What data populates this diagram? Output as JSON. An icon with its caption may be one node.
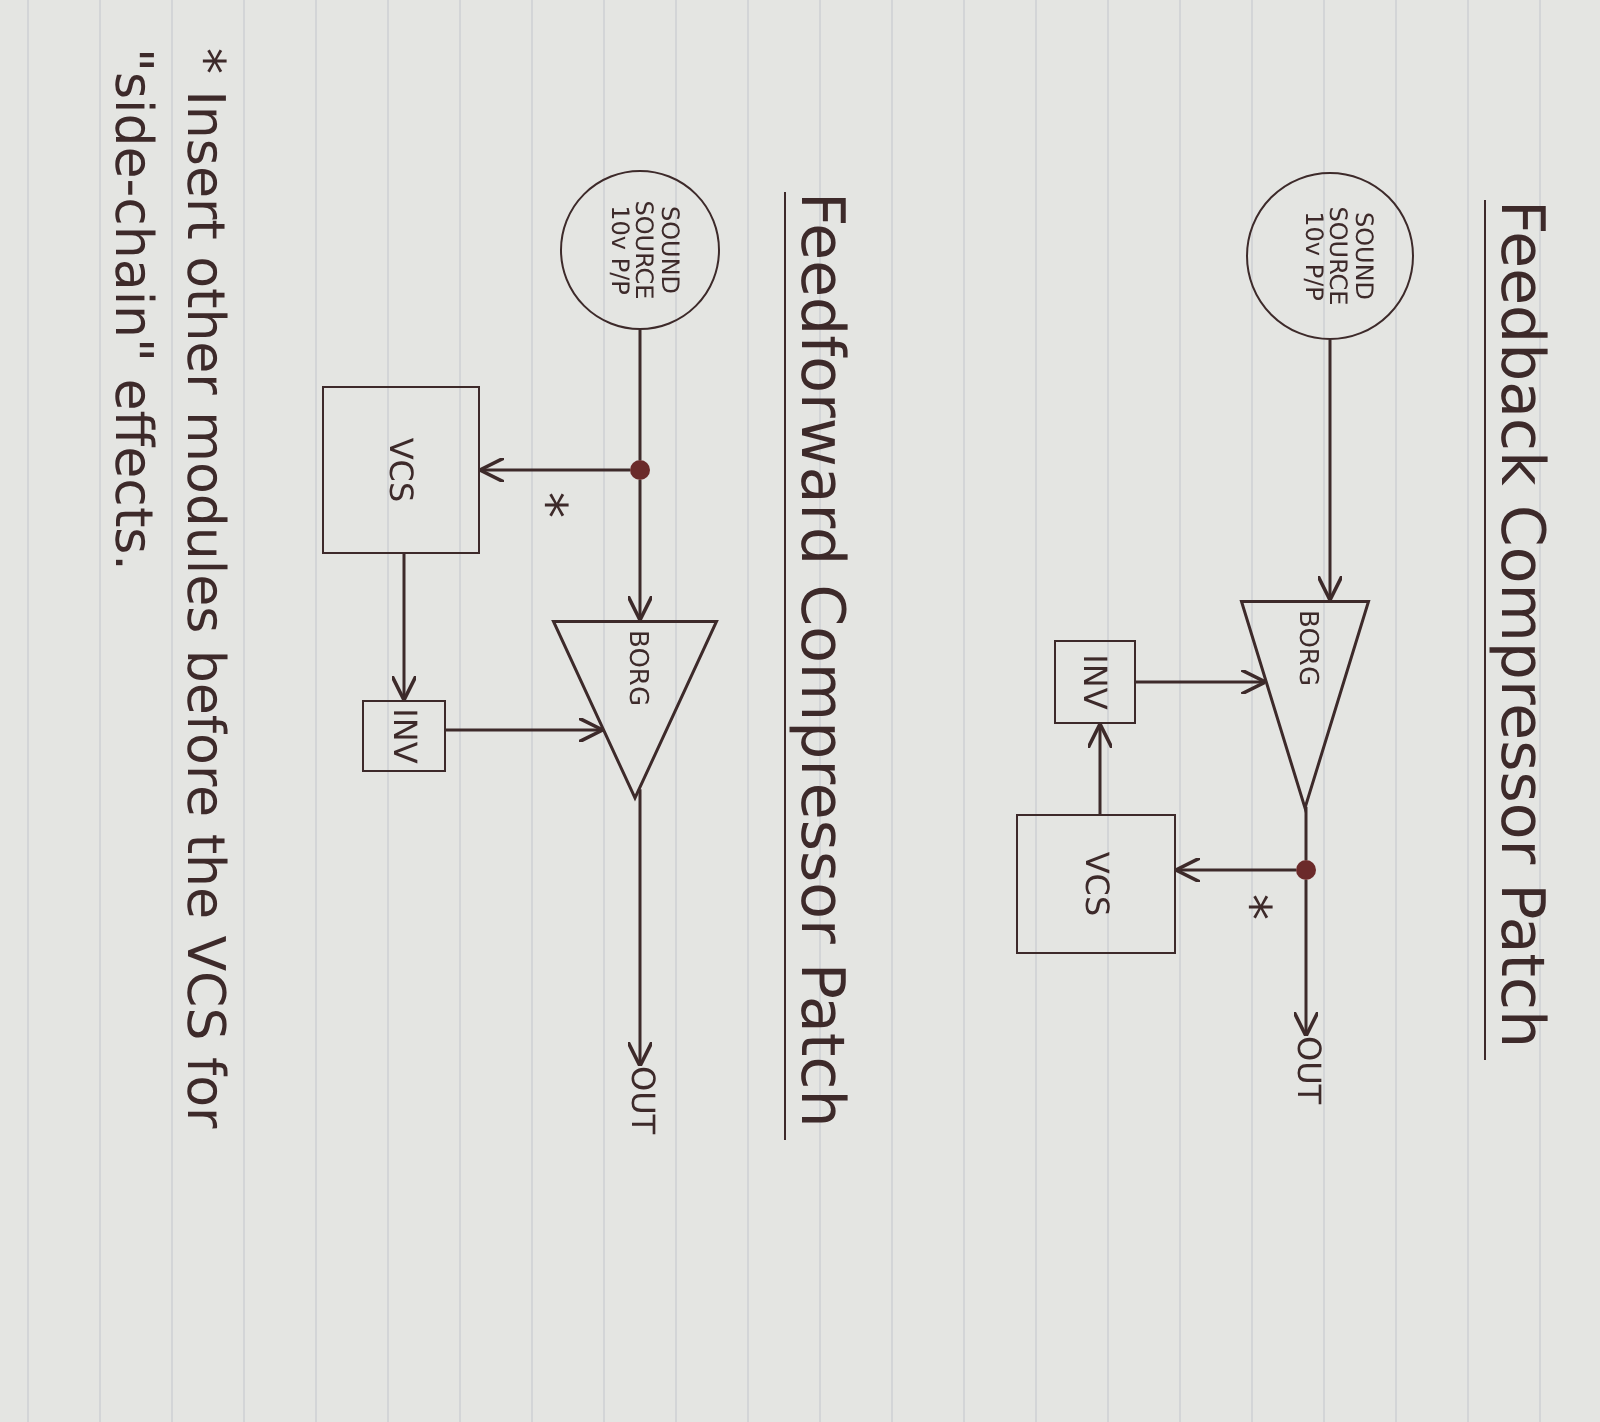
{
  "diagram": {
    "nodes": [
      {
        "text": [
          "SOUND SOURCE 10v P/P"
        ]
      },
      {
        "text": [
          "BORG"
        ]
      },
      {
        "text": [],
        "shape": "circle"
      },
      {
        "text": [
          "OUT"
        ]
      },
      {
        "text": [
          "VCS"
        ]
      },
      {
        "text": [
          "INV"
        ]
      },
      {
        "text": [
          "SOUND SOURCE 10v P/P"
        ]
      },
      {
        "text": [],
        "shape": "circle"
      },
      {
        "text": [
          "BORG"
        ]
      },
      {
        "text": [
          "VCS"
        ]
      },
      {
        "text": [
          "INV"
        ]
      },
      {
        "text": [
          "OUT"
        ]
      }
    ],
    "edges": [
      {
        "from": 0,
        "to": 1,
        "arrow": "to"
      },
      {
        "from": 1,
        "to": 2,
        "arrow": "none"
      },
      {
        "from": 2,
        "to": 3,
        "arrow": "to"
      },
      {
        "from": 2,
        "to": 4,
        "arrow": "to"
      },
      {
        "from": 4,
        "to": 5,
        "arrow": "to"
      },
      {
        "from": 5,
        "to": 1,
        "arrow": "to"
      },
      {
        "from": 6,
        "to": 7,
        "arrow": "none"
      },
      {
        "from": 7,
        "to": 8,
        "arrow": "to"
      },
      {
        "from": 7,
        "to": 9,
        "arrow": "to"
      },
      {
        "from": 9,
        "to": 10,
        "arrow": "to"
      },
      {
        "from": 10,
        "to": 8,
        "arrow": "to"
      },
      {
        "from": 8,
        "to": 11,
        "arrow": "to"
      }
    ],
    "labels": [
      "Feedback Compressor Patch",
      "*",
      "Feedforward Compressor Patch",
      "*",
      "* Insert other modules before the VCS for \"side-chain\" effects."
    ]
  }
}
